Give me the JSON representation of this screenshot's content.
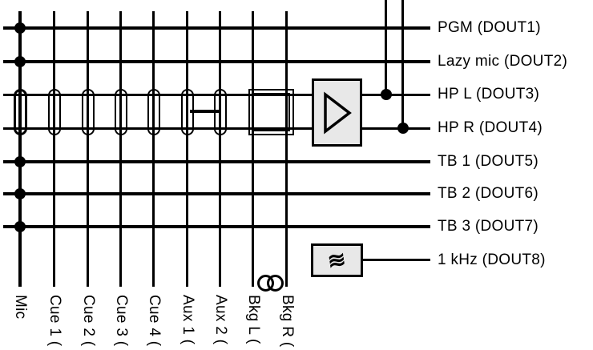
{
  "matrix": {
    "outputs": [
      {
        "label": "PGM (DOUT1)"
      },
      {
        "label": "Lazy mic (DOUT2)"
      },
      {
        "label": "HP L (DOUT3)"
      },
      {
        "label": "HP R (DOUT4)"
      },
      {
        "label": "TB 1 (DOUT5)"
      },
      {
        "label": "TB 2 (DOUT6)"
      },
      {
        "label": "TB 3 (DOUT7)"
      },
      {
        "label": "1 kHz (DOUT8)"
      }
    ],
    "inputs": [
      {
        "label": "Mic"
      },
      {
        "label": "Cue 1 ("
      },
      {
        "label": "Cue 2 ("
      },
      {
        "label": "Cue 3 ("
      },
      {
        "label": "Cue 4 ("
      },
      {
        "label": "Aux 1 ("
      },
      {
        "label": "Aux 2 ("
      },
      {
        "label": "Bkg L ("
      },
      {
        "label": "Bkg R ("
      }
    ],
    "icons": {
      "tone_wave_glyph": "≋"
    },
    "colors": {
      "line": "#000000",
      "block_fill": "#e8e8e8",
      "background": "#ffffff"
    }
  }
}
